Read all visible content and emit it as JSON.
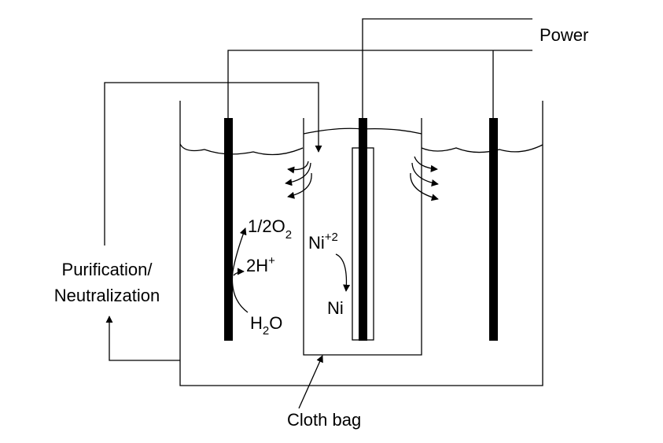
{
  "labels": {
    "power": "Power",
    "purification_line1": "Purification/",
    "purification_line2": "Neutralization",
    "oxygen": "1/2O",
    "oxygen_sub": "2",
    "proton": "2H",
    "proton_sup": "+",
    "water_h": "H",
    "water_sub": "2",
    "water_o": "O",
    "nickel_ion": "Ni",
    "nickel_ion_sup": "+2",
    "nickel": "Ni",
    "cloth_bag": "Cloth bag"
  },
  "colors": {
    "line": "#000000",
    "background": "#ffffff"
  }
}
